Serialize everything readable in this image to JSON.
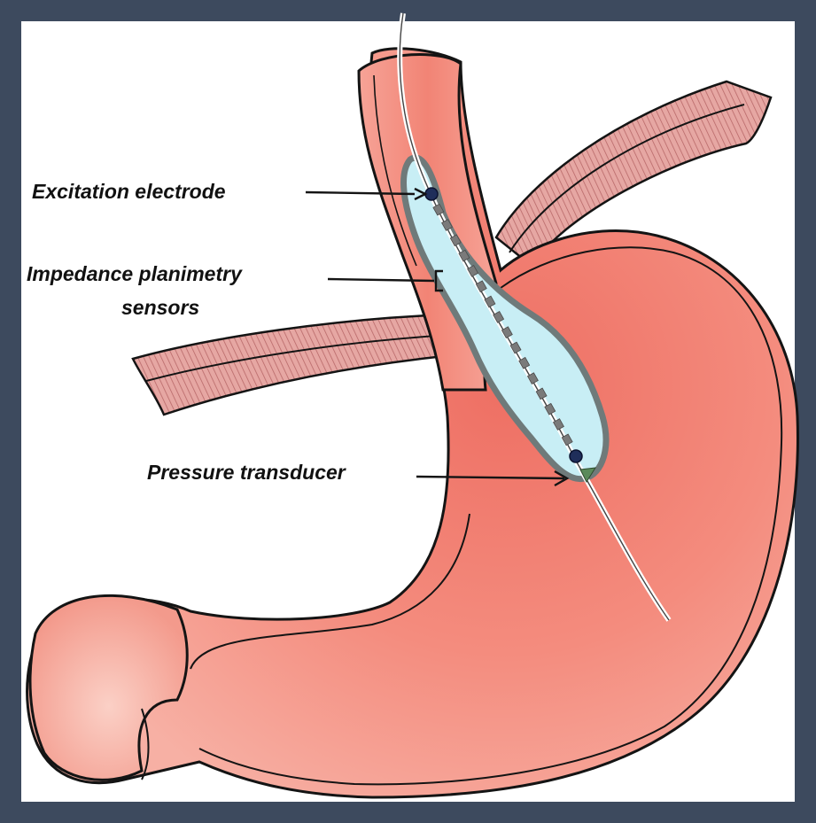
{
  "labels": {
    "excitation_electrode": "Excitation electrode",
    "impedance_line1": "Impedance planimetry",
    "impedance_line2": "sensors",
    "pressure_transducer": "Pressure transducer"
  },
  "colors": {
    "frame": "#3d4a5e",
    "background": "#ffffff",
    "stomach": "#f2897a",
    "stomach_highlight": "#f7b3a7",
    "muscle": "#d88a88",
    "balloon_fill": "#c8eef5",
    "balloon_outline": "#6f7a7a",
    "electrode": "#1f2e5a",
    "sensor": "#7a7a7a",
    "transducer": "#5a8a5a",
    "outline": "#141414"
  }
}
